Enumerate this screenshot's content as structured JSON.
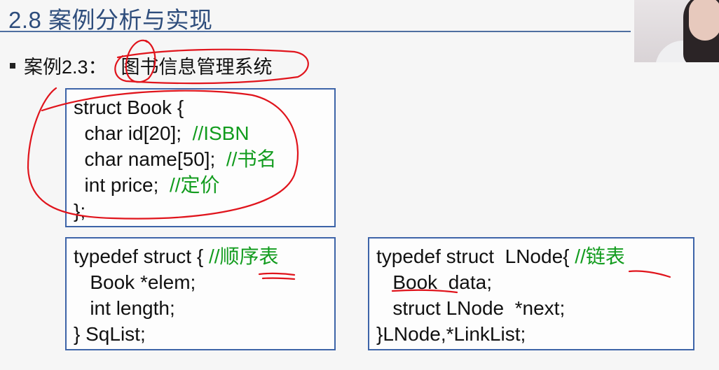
{
  "slide": {
    "title": "2.8 案例分析与实现",
    "case_label": "案例2.3：",
    "case_title": "图书信息管理系统"
  },
  "code_blocks": {
    "book": {
      "lines": [
        {
          "code": "struct Book {",
          "comment": ""
        },
        {
          "code": "  char id[20];  ",
          "comment": "//ISBN"
        },
        {
          "code": "  char name[50];  ",
          "comment": "//书名"
        },
        {
          "code": "  int price;  ",
          "comment": "//定价"
        },
        {
          "code": "};",
          "comment": ""
        }
      ]
    },
    "sqlist": {
      "lines": [
        {
          "code": "typedef struct { ",
          "comment": "//顺序表"
        },
        {
          "code": "   Book *elem;",
          "comment": ""
        },
        {
          "code": "   int length;",
          "comment": ""
        },
        {
          "code": "} SqList;",
          "comment": ""
        }
      ]
    },
    "linklist": {
      "lines": [
        {
          "code": "typedef struct  LNode{ ",
          "comment": "//链表"
        },
        {
          "code": "   Book  data;",
          "comment": ""
        },
        {
          "code": "   struct LNode  *next;",
          "comment": ""
        },
        {
          "code": "}LNode,*LinkList;",
          "comment": ""
        }
      ]
    }
  },
  "colors": {
    "title": "#2e4d7c",
    "box_border": "#3d64a8",
    "comment": "#129c1e",
    "annotation": "#e0141c"
  }
}
